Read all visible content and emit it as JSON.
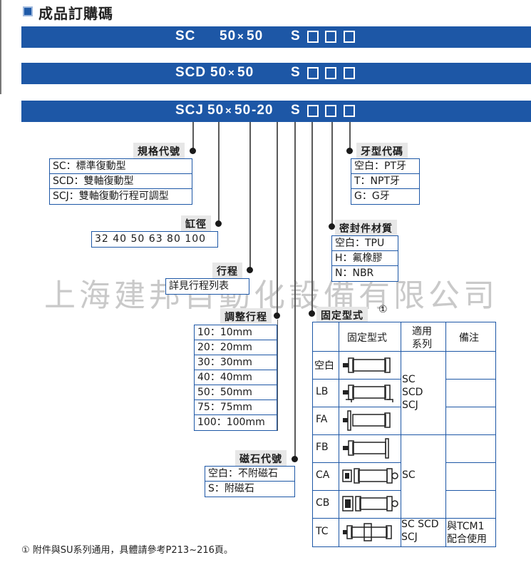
{
  "header": {
    "title": "成品訂購碼"
  },
  "models": [
    {
      "prefix": "SC",
      "size": "50",
      "times": "×",
      "size2": "50",
      "stroke": "",
      "suffix": "S"
    },
    {
      "prefix": "SCD",
      "size": "50",
      "times": "×",
      "size2": "50",
      "stroke": "",
      "suffix": "S"
    },
    {
      "prefix": "SCJ",
      "size": "50",
      "times": "×",
      "size2": "50",
      "stroke": "-20",
      "suffix": "S"
    }
  ],
  "spec": {
    "label": "規格代號",
    "options": [
      "SC：標準復動型",
      "SCD：雙軸復動型",
      "SCJ：雙軸復動行程可調型"
    ]
  },
  "bore": {
    "label": "缸徑",
    "values": "32 40 50 63 80 100"
  },
  "stroke": {
    "label": "行程",
    "value": "詳見行程列表"
  },
  "adjust": {
    "label": "調整行程",
    "options": [
      "10：10mm",
      "20：20mm",
      "30：30mm",
      "40：40mm",
      "50：50mm",
      "75：75mm",
      "100：100mm"
    ]
  },
  "magnet": {
    "label": "磁石代號",
    "options": [
      "空白：不附磁石",
      "S：附磁石"
    ]
  },
  "thread": {
    "label": "牙型代碼",
    "options": [
      "空白：PT牙",
      "T：NPT牙",
      "G：G牙"
    ]
  },
  "seal": {
    "label": "密封件材質",
    "options": [
      "空白：TPU",
      "H：氟橡膠",
      "N：NBR"
    ]
  },
  "mount": {
    "label": "固定型式",
    "note_mark": "①",
    "headers": {
      "type": "固定型式",
      "series_l1": "適用",
      "series_l2": "系列",
      "remark": "備注"
    },
    "rows": [
      "空白",
      "LB",
      "FA",
      "FB",
      "CA",
      "CB",
      "TC"
    ],
    "series_group1": [
      "SC",
      "SCD",
      "SCJ"
    ],
    "series_group2": "SC",
    "series_tc": [
      "SC SCD",
      "SCJ"
    ],
    "remark_tc": [
      "與TCM1",
      "配合使用"
    ]
  },
  "watermark": "上海建邦自動化設備有限公司",
  "footnote": "① 附件與SU系列通用，具體請參考P213~216頁。",
  "colors": {
    "bar": "#1d57a6",
    "label_bg": "#e7e7e7",
    "table_line": "#1d57a6"
  }
}
